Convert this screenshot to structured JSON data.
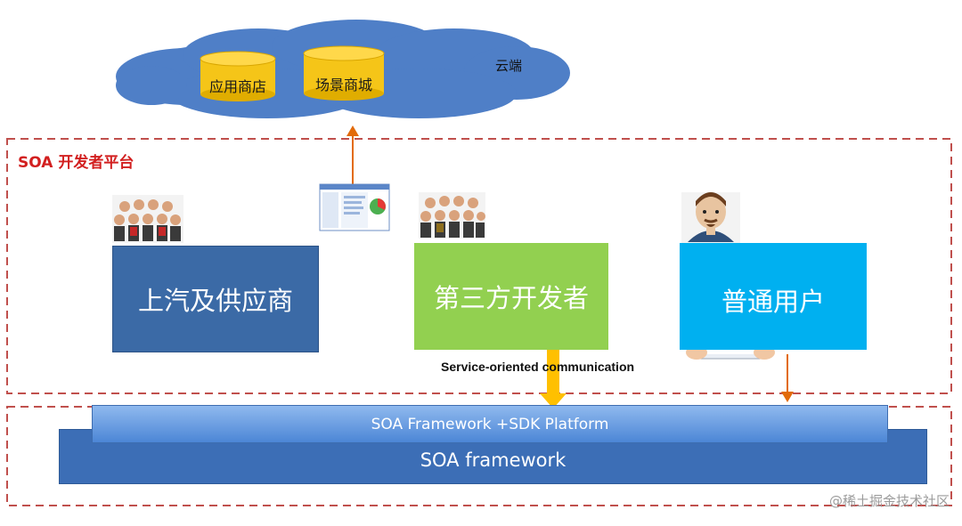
{
  "cloud": {
    "label": "云端",
    "stores": [
      "应用商店",
      "场景商城"
    ]
  },
  "platform": {
    "title": "SOA 开发者平台"
  },
  "groups": {
    "oem": "上汽及供应商",
    "third_party": "第三方开发者",
    "user": "普通用户"
  },
  "communication_label": "Service-oriented communication",
  "framework": {
    "sdk_label": "SOA Framework +SDK Platform",
    "base_label": "SOA framework"
  },
  "watermark": "@稀土掘金技术社区",
  "colors": {
    "cloud": "#4f7fc7",
    "cylinder": "#f5c518",
    "dashed_border": "#c0504d",
    "oem_box": "#3b6aa6",
    "third_party_box": "#92d050",
    "user_box": "#00b0f0",
    "arrow_orange": "#e26b0a",
    "arrow_yellow": "#ffc000"
  }
}
